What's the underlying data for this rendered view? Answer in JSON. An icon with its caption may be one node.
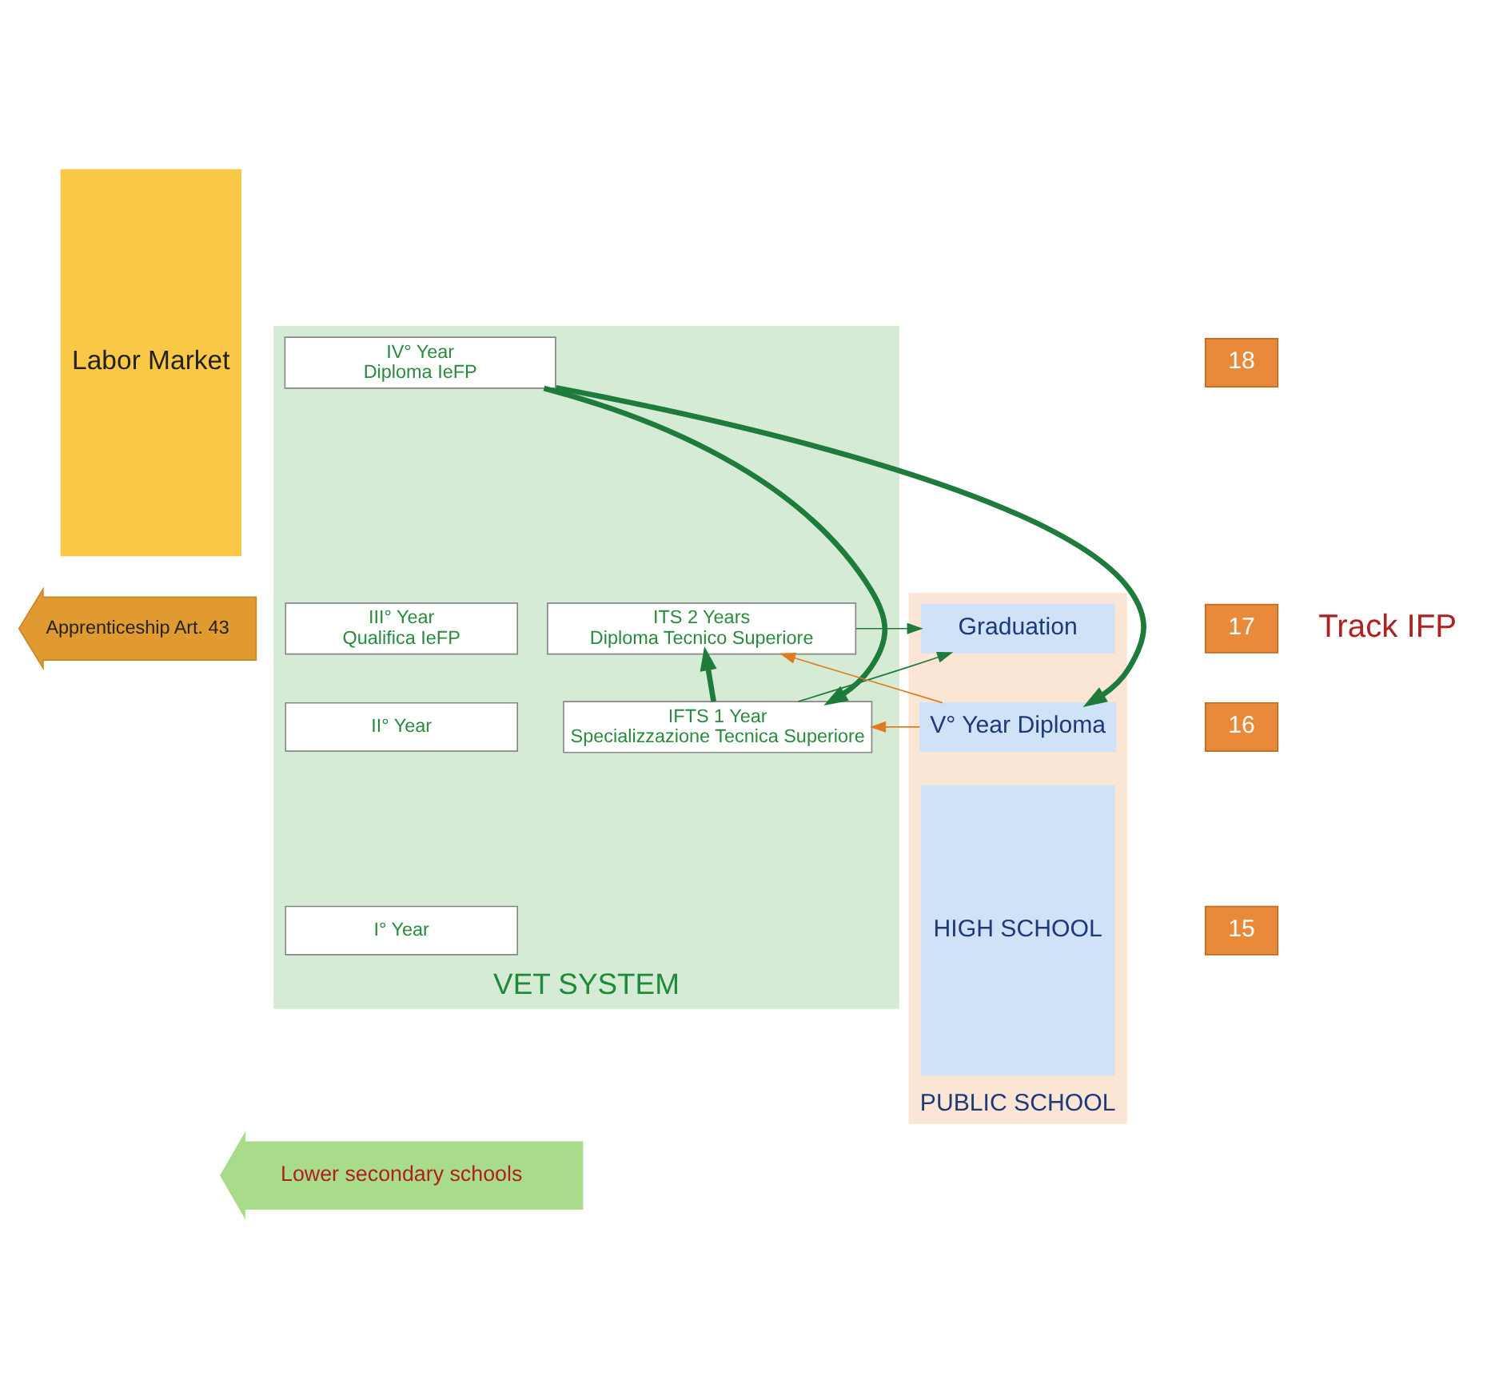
{
  "diagram": {
    "nodes": [
      {
        "text": [
          "Labor Market"
        ]
      },
      {
        "text": [
          "VET SYSTEM"
        ]
      },
      {
        "text": [
          "ITS 2 Years",
          "Diploma Tecnico Superiore"
        ],
        "in": 1
      },
      {
        "text": [
          "IFTS 1 Year",
          "Specializzazione Tecnica Superiore"
        ],
        "in": 1
      },
      {
        "text": [
          "IV° Year",
          "Diploma IeFP"
        ],
        "in": 1
      },
      {
        "text": [
          "III° Year",
          "Qualifica IeFP"
        ],
        "in": 1
      },
      {
        "text": [
          "II° Year"
        ],
        "in": 1
      },
      {
        "text": [
          "I° Year"
        ],
        "in": 1
      },
      {
        "text": [
          "PUBLIC SCHOOL"
        ]
      },
      {
        "text": [
          "Graduation"
        ],
        "in": 8
      },
      {
        "text": [
          "V° Year Diploma"
        ],
        "in": 8
      },
      {
        "text": [
          "HIGH SCHOOL"
        ],
        "in": 8
      },
      {
        "text": [
          "Apprenticeship Art. 43"
        ]
      },
      {
        "text": [
          "Lower secondary schools"
        ]
      },
      {
        "text": [
          "18"
        ]
      },
      {
        "text": [
          "17"
        ]
      },
      {
        "text": [
          "16"
        ]
      },
      {
        "text": [
          "15"
        ]
      }
    ],
    "edges": [
      {
        "from": 3,
        "to": 2,
        "arrow": "to",
        "style": "thick"
      },
      {
        "from": 4,
        "to": 3,
        "arrow": "to",
        "style": "thick"
      },
      {
        "from": 4,
        "to": 10,
        "arrow": "to",
        "style": "thick"
      },
      {
        "from": 2,
        "to": 9,
        "arrow": "to"
      },
      {
        "from": 3,
        "to": 9,
        "arrow": "to"
      },
      {
        "from": 10,
        "to": 2,
        "arrow": "to",
        "color": "#e07b20"
      },
      {
        "from": 10,
        "to": 3,
        "arrow": "to",
        "color": "#e07b20"
      }
    ],
    "labels": [
      "Track IFP"
    ]
  }
}
